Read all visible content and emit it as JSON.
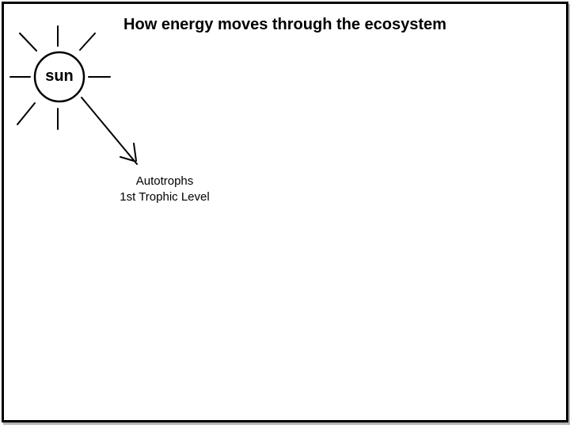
{
  "title": "How energy moves through the ecosystem",
  "sun": {
    "label": "sun"
  },
  "autotrophs": {
    "line1": "Autotrophs",
    "line2": "1st Trophic Level"
  },
  "colors": {
    "ink": "#000000",
    "background": "#ffffff",
    "border": "#000000"
  }
}
